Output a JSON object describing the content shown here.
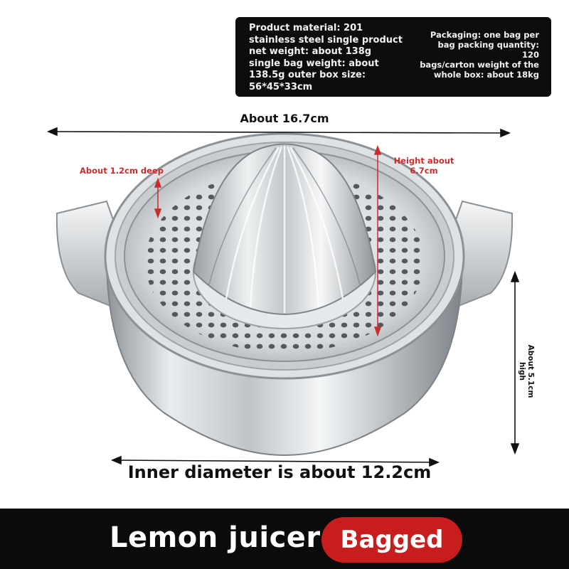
{
  "info": {
    "left_text": "Product material: 201\nstainless steel single product\nnet weight: about 138g\nsingle bag weight: about\n138.5g outer box size:\n56*45*33cm",
    "right_text": "Packaging: one bag per\nbag packing quantity: 120\nbags/carton weight of the\nwhole box: about 18kg"
  },
  "dimensions": {
    "overall_width": "About 16.7cm",
    "depth": "About 1.2cm deep",
    "height": "Height about\n6.7cm",
    "side_height": "About 5.1cm high",
    "inner_diameter": "Inner diameter is about 12.2cm"
  },
  "footer": {
    "title": "Lemon juicer",
    "badge": "Bagged"
  },
  "colors": {
    "accent_red": "#c81d1d",
    "annotation_red": "#cc2b2b",
    "dark": "#0b0b0b"
  }
}
